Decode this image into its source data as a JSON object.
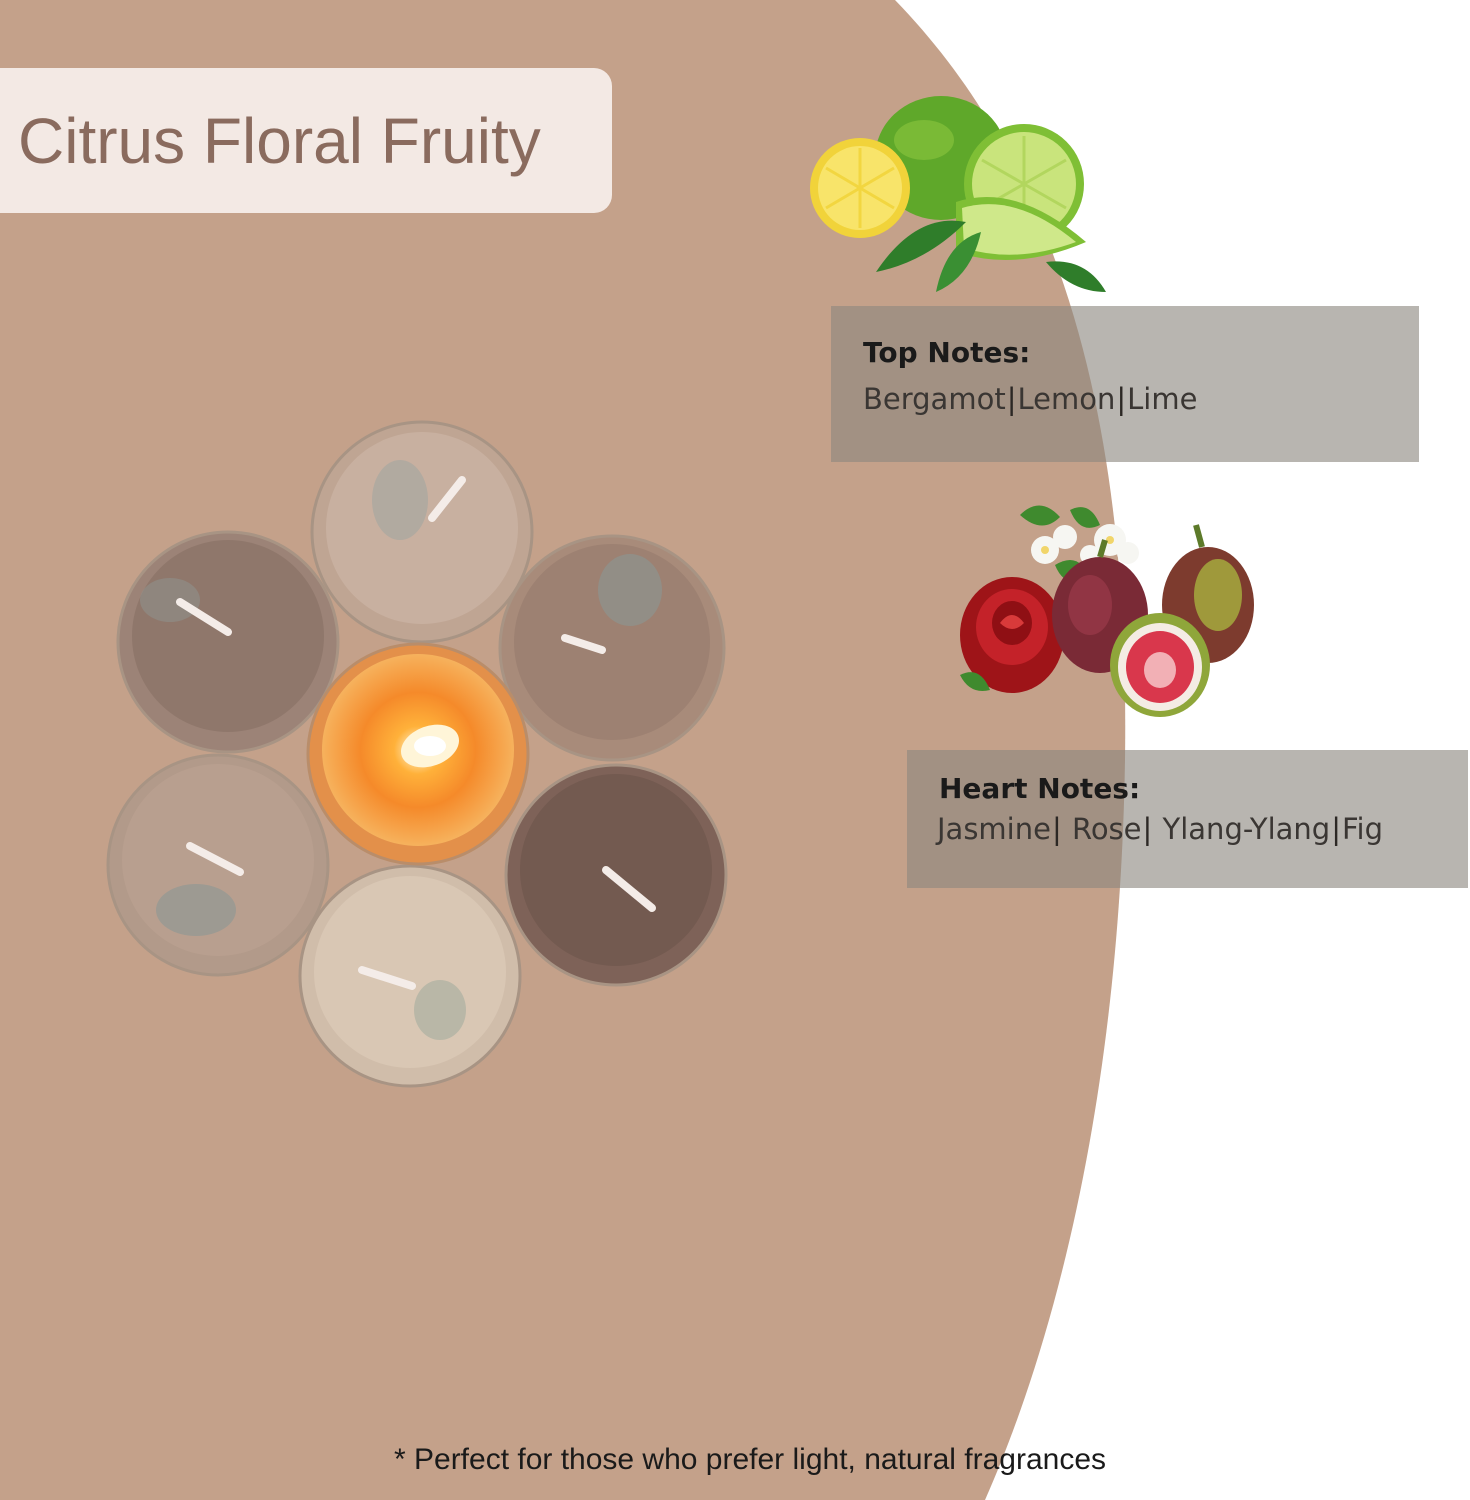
{
  "title": "Citrus Floral Fruity",
  "top_notes": {
    "heading": "Top Notes:",
    "items": [
      "Bergamot",
      "Lemon",
      "Lime"
    ]
  },
  "heart_notes": {
    "heading": "Heart Notes:",
    "items": [
      "Jasmine",
      "Rose",
      "Ylang-Ylang",
      "Fig"
    ]
  },
  "footnote": "* Perfect for those who prefer light, natural fragrances",
  "colors": {
    "background_tan": "#c4a18a",
    "title_pill": "#f3e9e4",
    "title_text": "#8a6b5e",
    "notes_box": "#8c8780"
  },
  "illustrations": {
    "candles": "tealight-candles-flower-arrangement",
    "citrus": "lemon-lime-citrus-fruits",
    "floral": "rose-jasmine-fig"
  }
}
